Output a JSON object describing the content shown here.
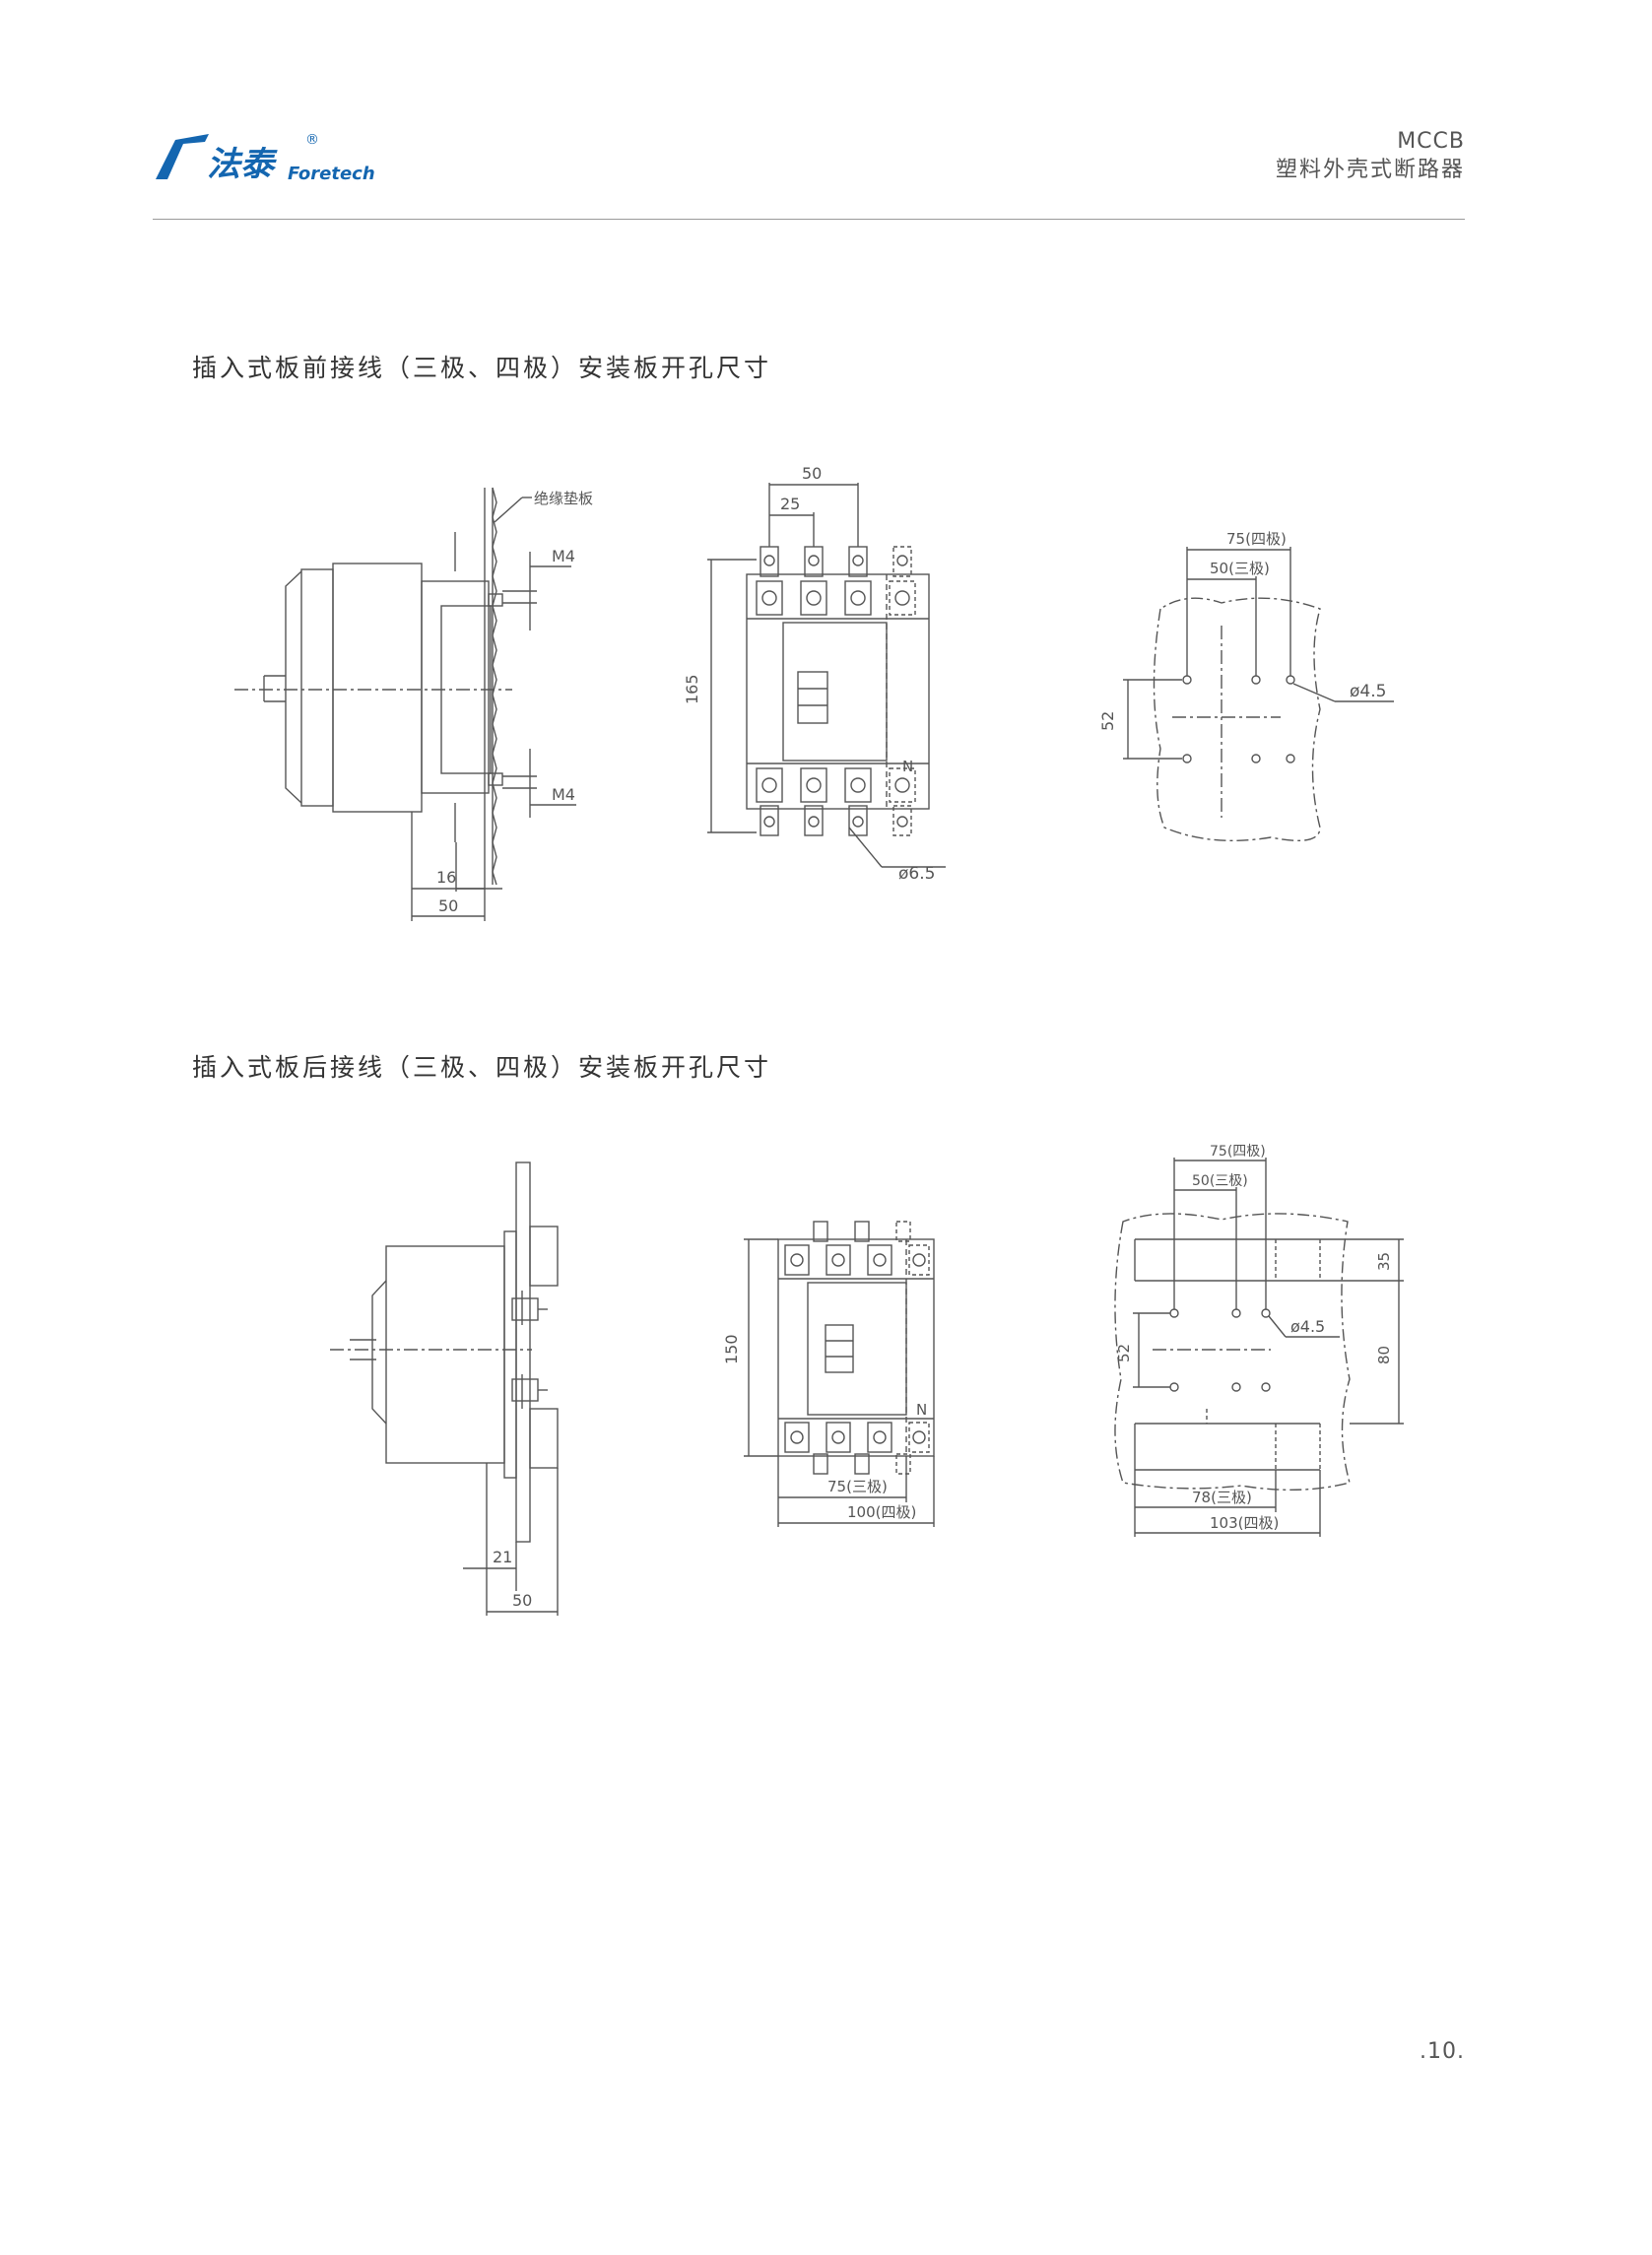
{
  "header": {
    "brand_cn": "法泰",
    "brand_en": "Foretech",
    "registered_mark": "®",
    "product_code": "MCCB",
    "product_name": "塑料外壳式断路器"
  },
  "sections": [
    {
      "title": "插入式板前接线（三极、四极）安装板开孔尺寸",
      "side_view": {
        "callout": "绝缘垫板",
        "screw_top": "M4",
        "screw_bottom": "M4",
        "dim_inner": "16",
        "dim_outer": "50"
      },
      "front_view": {
        "dim_top_outer": "50",
        "dim_top_inner": "25",
        "dim_height": "165",
        "neutral_label": "N",
        "hole_label": "ø6.5"
      },
      "cutout": {
        "dim_four_pole": "75(四极)",
        "dim_three_pole": "50(三极)",
        "dim_vertical": "52",
        "hole_label": "ø4.5"
      }
    },
    {
      "title": "插入式板后接线（三极、四极）安装板开孔尺寸",
      "side_view": {
        "dim_inner": "21",
        "dim_outer": "50"
      },
      "front_view": {
        "dim_height": "150",
        "neutral_label": "N",
        "dim_three_pole": "75(三极)",
        "dim_four_pole": "100(四极)"
      },
      "cutout": {
        "dim_four_pole": "75(四极)",
        "dim_three_pole": "50(三极)",
        "dim_top_right": "35",
        "dim_vertical": "52",
        "dim_right": "80",
        "hole_label": "ø4.5",
        "dim_bottom_three": "78(三极)",
        "dim_bottom_four": "103(四极)"
      }
    }
  ],
  "page_number": ".10."
}
